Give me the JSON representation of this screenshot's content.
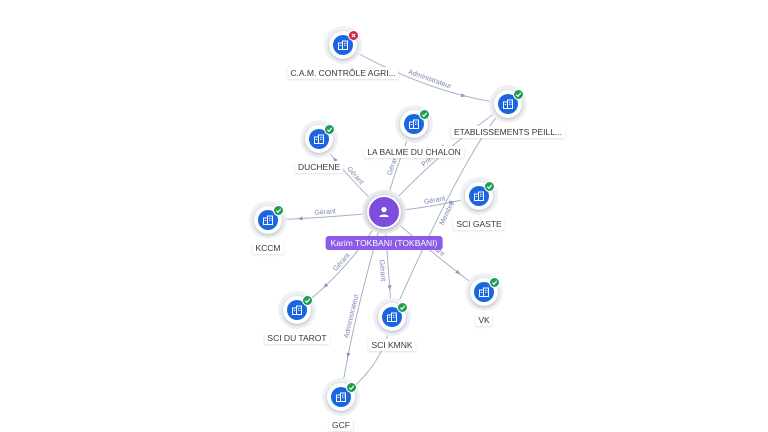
{
  "center": {
    "id": "person",
    "label": "Karim TOKBANI (TOKBANI)",
    "icon": "person-icon"
  },
  "companies": [
    {
      "id": "cam",
      "label": "C.A.M. CONTRÔLE AGRI...",
      "status": "inactive",
      "icon": "building-icon"
    },
    {
      "id": "etab",
      "label": "ETABLISSEMENTS PEILL...",
      "status": "active",
      "icon": "building-icon"
    },
    {
      "id": "labalme",
      "label": "LA BALME DU CHALON",
      "status": "active",
      "icon": "building-icon"
    },
    {
      "id": "duchene",
      "label": "DUCHENE",
      "status": "active",
      "icon": "building-icon"
    },
    {
      "id": "scigaste",
      "label": "SCI GASTE",
      "status": "active",
      "icon": "building-icon"
    },
    {
      "id": "kccm",
      "label": "KCCM",
      "status": "active",
      "icon": "building-icon"
    },
    {
      "id": "vk",
      "label": "VK",
      "status": "active",
      "icon": "building-icon"
    },
    {
      "id": "scidutarot",
      "label": "SCI DU TAROT",
      "status": "active",
      "icon": "building-icon"
    },
    {
      "id": "scikmnk",
      "label": "SCI KMNK",
      "status": "active",
      "icon": "building-icon"
    },
    {
      "id": "gcf",
      "label": "GCF",
      "status": "active",
      "icon": "building-icon"
    }
  ],
  "edges": [
    {
      "from": "cam",
      "to": "etab",
      "label": "Administrateur"
    },
    {
      "from": "person",
      "to": "etab",
      "label": "Président"
    },
    {
      "from": "person",
      "to": "labalme",
      "label": "Gérant"
    },
    {
      "from": "person",
      "to": "duchene",
      "label": "Gérant"
    },
    {
      "from": "person",
      "to": "scigaste",
      "label": "Gérant"
    },
    {
      "from": "person",
      "to": "kccm",
      "label": "Gérant"
    },
    {
      "from": "person",
      "to": "vk",
      "label": "Gérant"
    },
    {
      "from": "person",
      "to": "scidutarot",
      "label": "Gérant"
    },
    {
      "from": "person",
      "to": "scikmnk",
      "label": "Gérant"
    },
    {
      "from": "person",
      "to": "gcf",
      "label": "Administrateur"
    },
    {
      "from": "scikmnk",
      "to": "etab",
      "label": "Membre"
    },
    {
      "from": "gcf",
      "to": "scikmnk",
      "label": ""
    }
  ],
  "colors": {
    "company_icon": "#1a66e0",
    "person": "#7c4ddf",
    "active_badge": "#1f9d55",
    "inactive_badge": "#d21f4a",
    "edge": "#a9b1c7",
    "edge_label": "#7a86b8"
  }
}
